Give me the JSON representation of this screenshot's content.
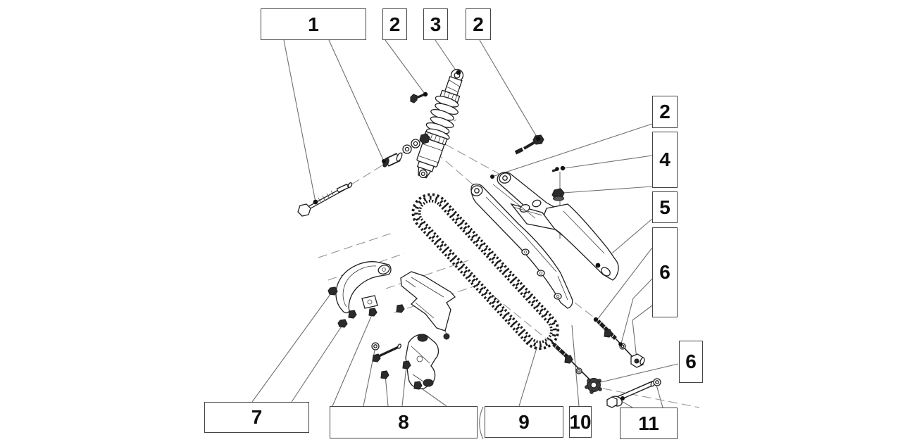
{
  "diagram": {
    "type": "exploded-parts-diagram",
    "subject": "rear swingarm, shock absorber and drive chain assembly",
    "background_color": "#ffffff",
    "drawing_line_color": "#1f1f1f",
    "leader_line_color": "#6f6f6f",
    "callout_border_color": "#454545",
    "callout_text_color": "#0e0e0e"
  },
  "callouts": [
    {
      "label": "1"
    },
    {
      "label": "2"
    },
    {
      "label": "3"
    },
    {
      "label": "2"
    },
    {
      "label": "2"
    },
    {
      "label": "4"
    },
    {
      "label": "5"
    },
    {
      "label": "6"
    },
    {
      "label": "6"
    },
    {
      "label": "7"
    },
    {
      "label": "8"
    },
    {
      "label": "9"
    },
    {
      "label": "10"
    },
    {
      "label": "11"
    }
  ]
}
